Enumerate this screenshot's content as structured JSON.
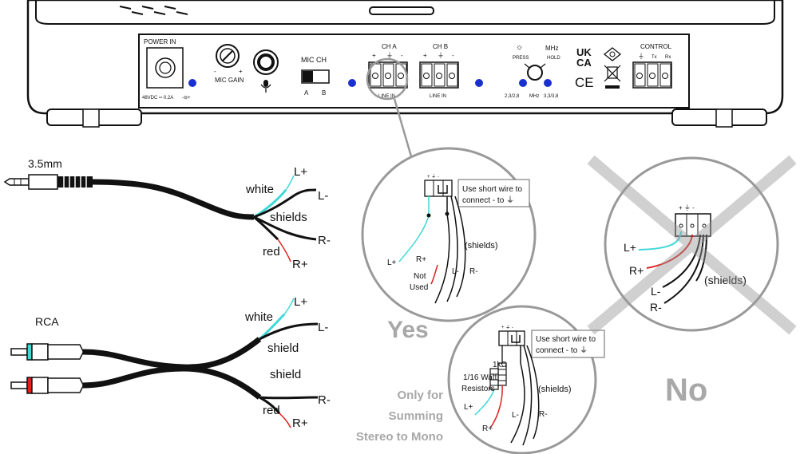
{
  "device": {
    "power_in": "POWER IN",
    "power_rating": "48VDC ═ 0.2A",
    "mic_gain": "MIC GAIN",
    "mic_ch": "MIC CH",
    "mic_ch_a": "A",
    "mic_ch_b": "B",
    "ch_a": "CH A",
    "ch_b": "CH B",
    "line_in_a": "LINE IN",
    "line_in_b": "LINE IN",
    "press": "PRESS",
    "mhz": "MHz",
    "hold": "HOLD",
    "freq_low": "2,3/2,8",
    "freq_mhz": "MHz",
    "freq_high": "3,3/3,8",
    "ukca_top": "UK",
    "ukca_bottom": "CA",
    "ce": "CE",
    "control": "CONTROL",
    "tx": "Tx",
    "rx": "Rx"
  },
  "cable_35mm": {
    "title": "3.5mm",
    "white": "white",
    "l_plus": "L+",
    "l_minus": "L-",
    "shields": "shields",
    "r_minus": "R-",
    "red": "red",
    "r_plus": "R+"
  },
  "cable_rca": {
    "title": "RCA",
    "white": "white",
    "l_plus": "L+",
    "l_minus": "L-",
    "shield_1": "shield",
    "shield_2": "shield",
    "r_minus": "R-",
    "red": "red",
    "r_plus": "R+"
  },
  "yes_circle": {
    "note": [
      "Use short wire to",
      "connect - to ⏚"
    ],
    "l_plus": "L+",
    "r_plus": "R+",
    "not_used": [
      "Not",
      "Used"
    ],
    "l_minus": "L-",
    "r_minus": "R-",
    "shields": "(shields)",
    "verdict": "Yes"
  },
  "mono_circle": {
    "note": [
      "Use short wire to",
      "connect - to ⏚"
    ],
    "resistor": [
      "1kΩ",
      "1/16 Watt",
      "Resistors"
    ],
    "l_plus": "L+",
    "r_plus": "R+",
    "l_minus": "L-",
    "r_minus": "R-",
    "shields": "(shields)",
    "caption": [
      "Only for",
      "Summing",
      "Stereo to Mono"
    ]
  },
  "no_circle": {
    "l_plus": "L+",
    "r_plus": "R+",
    "l_minus": "L-",
    "r_minus": "R-",
    "shields": "(shields)",
    "verdict": "No"
  },
  "colors": {
    "cyan": "#3fd8d8",
    "red": "#e02020",
    "blue_dot": "#1a2fd0",
    "gray": "#a8a8a8"
  }
}
